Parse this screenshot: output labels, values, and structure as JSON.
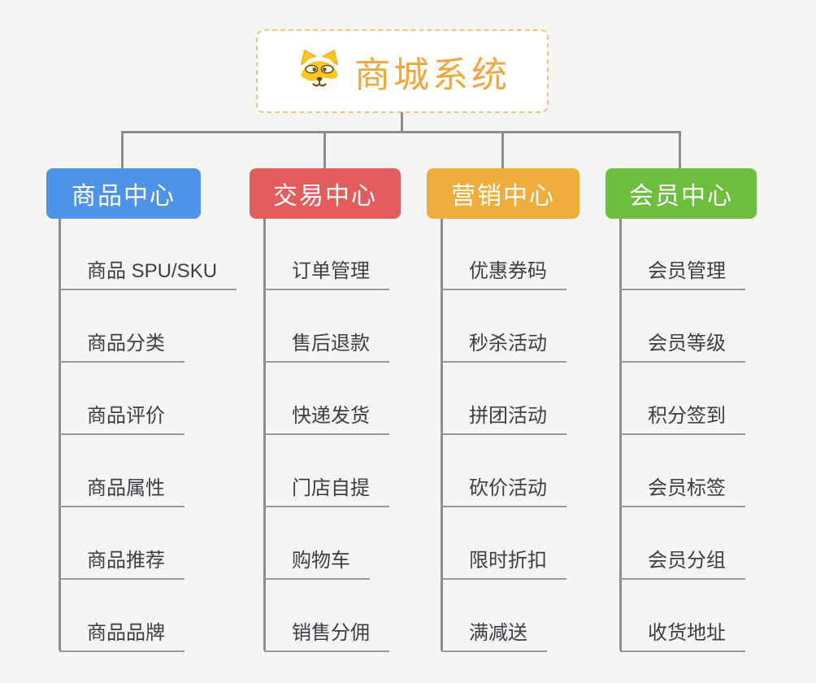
{
  "root": {
    "title": "商城系统",
    "icon": "dog-icon"
  },
  "colors": {
    "root_accent": "#f1a73e",
    "root_border": "#f2c47c",
    "connector_gray": "#8d8d8d",
    "background": "#f5f5f4",
    "leaf_text": "#3b3f45"
  },
  "branches": [
    {
      "label": "商品中心",
      "color": "#4d93e9",
      "children": [
        "商品 SPU/SKU",
        "商品分类",
        "商品评价",
        "商品属性",
        "商品推荐",
        "商品品牌"
      ]
    },
    {
      "label": "交易中心",
      "color": "#e55c5c",
      "children": [
        "订单管理",
        "售后退款",
        "快递发货",
        "门店自提",
        "购物车",
        "销售分佣"
      ]
    },
    {
      "label": "营销中心",
      "color": "#efad3b",
      "children": [
        "优惠券码",
        "秒杀活动",
        "拼团活动",
        "砍价活动",
        "限时折扣",
        "满减送"
      ]
    },
    {
      "label": "会员中心",
      "color": "#6ebe3d",
      "children": [
        "会员管理",
        "会员等级",
        "积分签到",
        "会员标签",
        "会员分组",
        "收货地址"
      ]
    }
  ]
}
